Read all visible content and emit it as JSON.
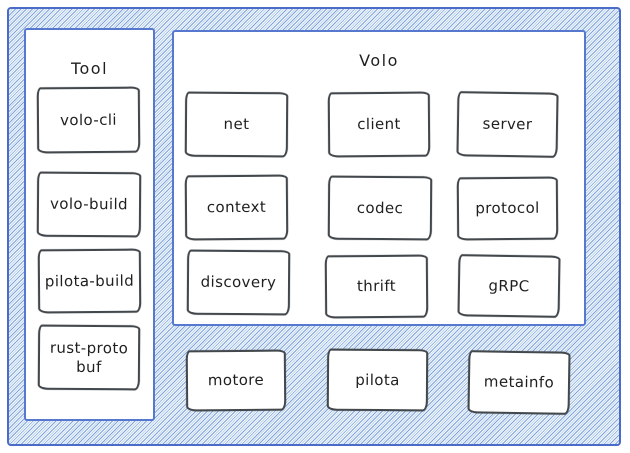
{
  "colors": {
    "accent_border": "#4a6bc7",
    "panel_border": "#5679cf",
    "box_border": "#43484d",
    "hatch_line": "#7fa4da",
    "hatch_light": "#c4d8f0",
    "text": "#1f1f1f"
  },
  "tool": {
    "title": "Tool",
    "items": [
      "volo-cli",
      "volo-build",
      "pilota-build",
      "rust-protobuf"
    ]
  },
  "volo": {
    "title": "Volo",
    "items": [
      "net",
      "client",
      "server",
      "context",
      "codec",
      "protocol",
      "discovery",
      "thrift",
      "gRPC"
    ]
  },
  "standalone": {
    "items": [
      "motore",
      "pilota",
      "metainfo"
    ]
  }
}
